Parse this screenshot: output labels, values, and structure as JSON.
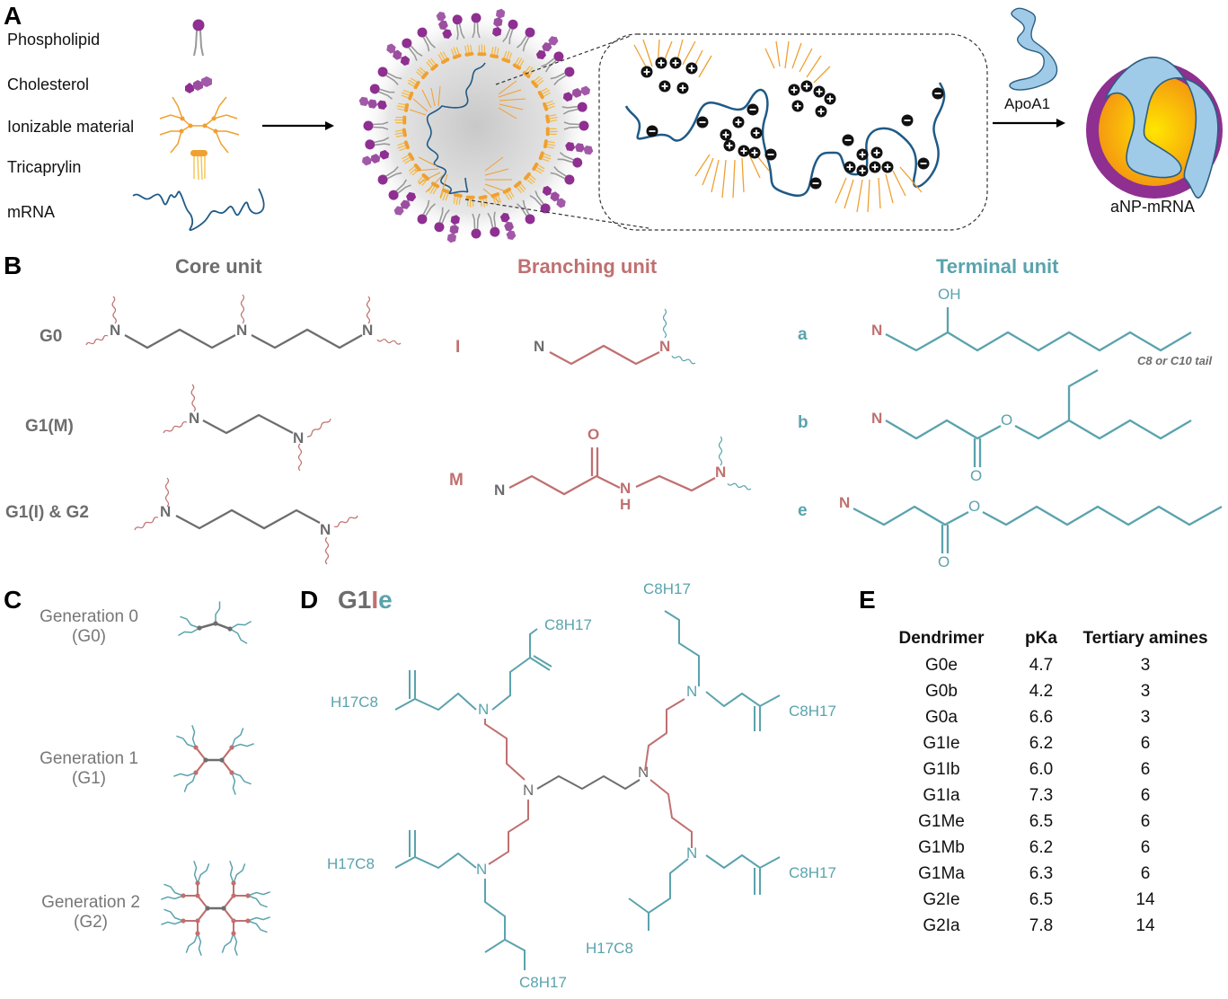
{
  "colors": {
    "core": "#6d6d6d",
    "branching": "#c07070",
    "terminal": "#5aa3ad",
    "phospholipid": "#8e2f91",
    "ionizable": "#f0a030",
    "mrna": "#1f5a86",
    "apoa1": "#9fcbe8"
  },
  "panelA": {
    "letter": "A",
    "legend": [
      {
        "label": "Phospholipid",
        "icon": "phospholipid-icon"
      },
      {
        "label": "Cholesterol",
        "icon": "cholesterol-icon"
      },
      {
        "label": "Ionizable material",
        "icon": "ionizable-material-icon"
      },
      {
        "label": "Tricaprylin",
        "icon": "tricaprylin-icon"
      },
      {
        "label": "mRNA",
        "icon": "mrna-icon"
      }
    ],
    "apoa1_label": "ApoA1",
    "product_label": "aNP-mRNA",
    "charges": {
      "positive": "+",
      "negative": "−"
    }
  },
  "panelB": {
    "letter": "B",
    "core_title": "Core unit",
    "branching_title": "Branching unit",
    "terminal_title": "Terminal unit",
    "core_rows": [
      "G0",
      "G1(M)",
      "G1(I) & G2"
    ],
    "branching_rows": [
      "I",
      "M"
    ],
    "terminal_rows": [
      "a",
      "b",
      "e"
    ],
    "atom_N": "N",
    "atom_O": "O",
    "atom_OH": "OH",
    "atom_H": "H",
    "tail_note": "C8 or C10 tail"
  },
  "panelC": {
    "letter": "C",
    "generations": [
      {
        "name": "Generation 0",
        "abbr": "(G0)"
      },
      {
        "name": "Generation 1",
        "abbr": "(G1)"
      },
      {
        "name": "Generation 2",
        "abbr": "(G2)"
      }
    ]
  },
  "panelD": {
    "letter": "D",
    "title_parts": [
      "G1",
      "I",
      "e"
    ],
    "chain_label": "C8H17",
    "chain_label_rev": "H17C8"
  },
  "panelE": {
    "letter": "E",
    "columns": [
      "Dendrimer",
      "pKa",
      "Tertiary amines"
    ],
    "rows": [
      [
        "G0e",
        "4.7",
        "3"
      ],
      [
        "G0b",
        "4.2",
        "3"
      ],
      [
        "G0a",
        "6.6",
        "3"
      ],
      [
        "G1Ie",
        "6.2",
        "6"
      ],
      [
        "G1Ib",
        "6.0",
        "6"
      ],
      [
        "G1Ia",
        "7.3",
        "6"
      ],
      [
        "G1Me",
        "6.5",
        "6"
      ],
      [
        "G1Mb",
        "6.2",
        "6"
      ],
      [
        "G1Ma",
        "6.3",
        "6"
      ],
      [
        "G2Ie",
        "6.5",
        "14"
      ],
      [
        "G2Ia",
        "7.8",
        "14"
      ]
    ]
  }
}
